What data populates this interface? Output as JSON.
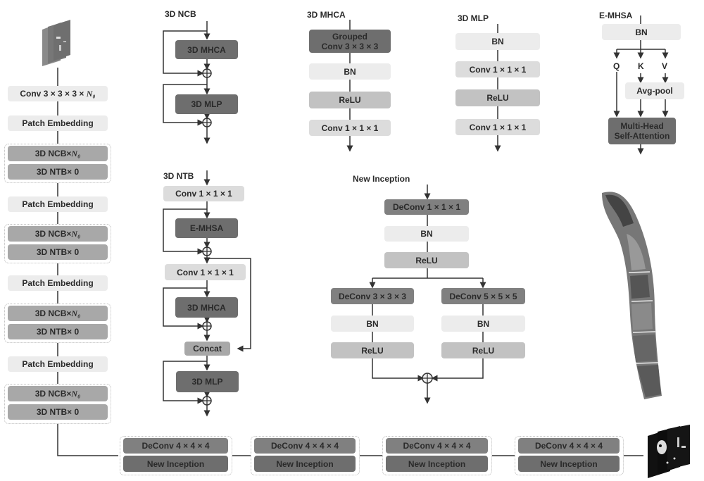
{
  "encoder": {
    "conv": "Conv 3 × 3 × 3 × ",
    "conv_symbol": "N₀",
    "stages": [
      {
        "embed": "Patch Embedding",
        "ncb": "3D NCB× ",
        "ncb_symbol": "N₀",
        "ntb": "3D NTB× 0"
      },
      {
        "embed": "Patch Embedding",
        "ncb": "3D NCB× ",
        "ncb_symbol": "N₀",
        "ntb": "3D NTB× 0"
      },
      {
        "embed": "Patch Embedding",
        "ncb": "3D NCB× ",
        "ncb_symbol": "N₀",
        "ntb": "3D NTB× 0"
      },
      {
        "embed": "Patch Embedding",
        "ncb": "3D NCB× ",
        "ncb_symbol": "N₀",
        "ntb": "3D NTB× 0"
      }
    ]
  },
  "ncb": {
    "title": "3D NCB",
    "mhca": "3D MHCA",
    "mlp": "3D MLP"
  },
  "ntb": {
    "title": "3D NTB",
    "conv1": "Conv 1 × 1 × 1",
    "emhsa": "E-MHSA",
    "conv2": "Conv 1 × 1 × 1",
    "mhca": "3D MHCA",
    "concat": "Concat",
    "mlp": "3D MLP"
  },
  "mhca": {
    "title": "3D MHCA",
    "grouped_line1": "Grouped",
    "grouped_line2": "Conv 3 × 3 × 3",
    "bn": "BN",
    "relu": "ReLU",
    "conv": "Conv 1 × 1 × 1"
  },
  "mlp": {
    "title": "3D MLP",
    "bn": "BN",
    "conv1": "Conv 1 × 1 × 1",
    "relu": "ReLU",
    "conv2": "Conv 1 × 1 × 1"
  },
  "emhsa": {
    "title": "E-MHSA",
    "bn": "BN",
    "q": "Q",
    "k": "K",
    "v": "V",
    "avgpool": "Avg-pool",
    "mhsa_line1": "Multi-Head",
    "mhsa_line2": "Self-Attention"
  },
  "inception": {
    "title": "New Inception",
    "deconv1": "DeConv 1 × 1 × 1",
    "bn": "BN",
    "relu": "ReLU",
    "left": {
      "deconv": "DeConv 3 × 3 × 3",
      "bn": "BN",
      "relu": "ReLU"
    },
    "right": {
      "deconv": "DeConv 5 × 5 × 5",
      "bn": "BN",
      "relu": "ReLU"
    }
  },
  "decoder": {
    "stages": [
      {
        "deconv": "DeConv 4 × 4 × 4",
        "inception": "New Inception"
      },
      {
        "deconv": "DeConv 4 × 4 × 4",
        "inception": "New Inception"
      },
      {
        "deconv": "DeConv 4 × 4 × 4",
        "inception": "New Inception"
      },
      {
        "deconv": "DeConv 4 × 4 × 4",
        "inception": "New Inception"
      }
    ]
  },
  "images": {
    "input": "input-ct-volume",
    "output": "output-segmentation-volume",
    "spine": "spine-3d-rendering"
  }
}
